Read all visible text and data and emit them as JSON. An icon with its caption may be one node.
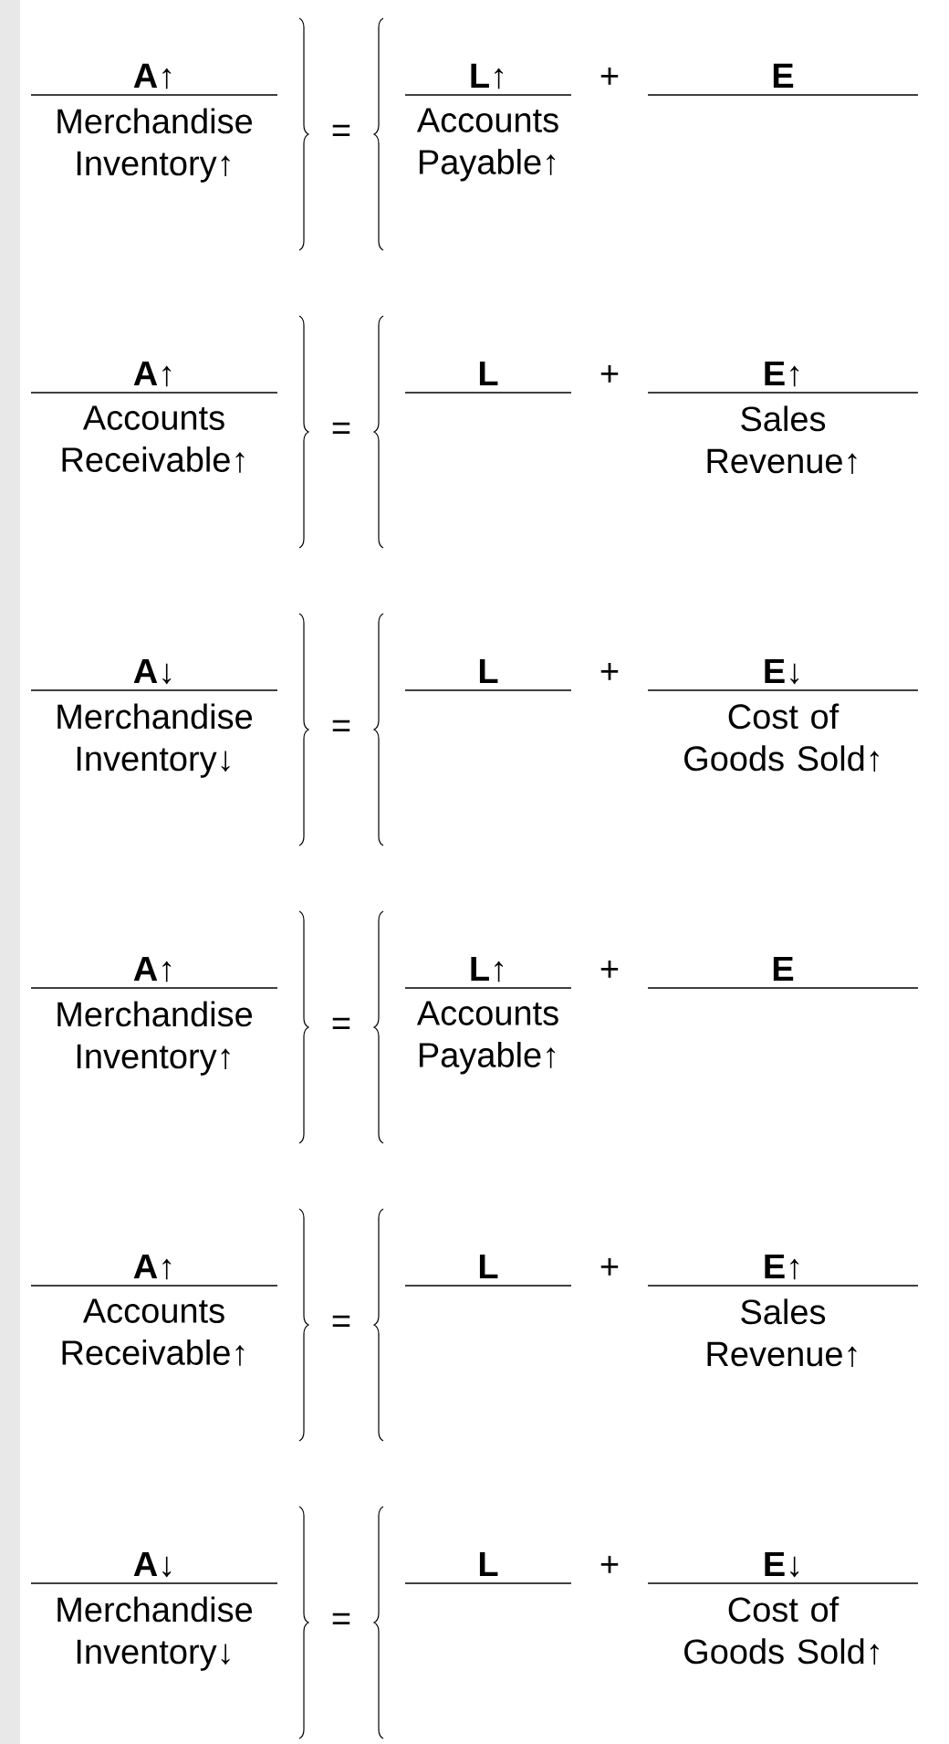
{
  "diagram": {
    "labels": [
      "**A**↑",
      "**L**↑",
      "+",
      "**E**",
      "Merchandise Inventory↑",
      "=",
      "Accounts Payable↑",
      "**A**↑",
      "**L**",
      "+",
      "**E**↑",
      "Accounts Receivable↑",
      "=",
      "Sales Revenue↑",
      "**A**↓",
      "**L**",
      "+",
      "**E**↓",
      "Merchandise Inventory↓",
      "=",
      "Cost of Goods Sold↑",
      "**A**↑",
      "**L**↑",
      "+",
      "**E**",
      "Merchandise Inventory↑",
      "=",
      "Accounts Payable↑",
      "**A**↑",
      "**L**",
      "+",
      "**E**↑",
      "Accounts Receivable↑",
      "=",
      "Sales Revenue↑",
      "**A**↓",
      "**L**",
      "+",
      "**E**↓",
      "Merchandise Inventory↓",
      "=",
      "Cost of Goods Sold↑"
    ]
  }
}
